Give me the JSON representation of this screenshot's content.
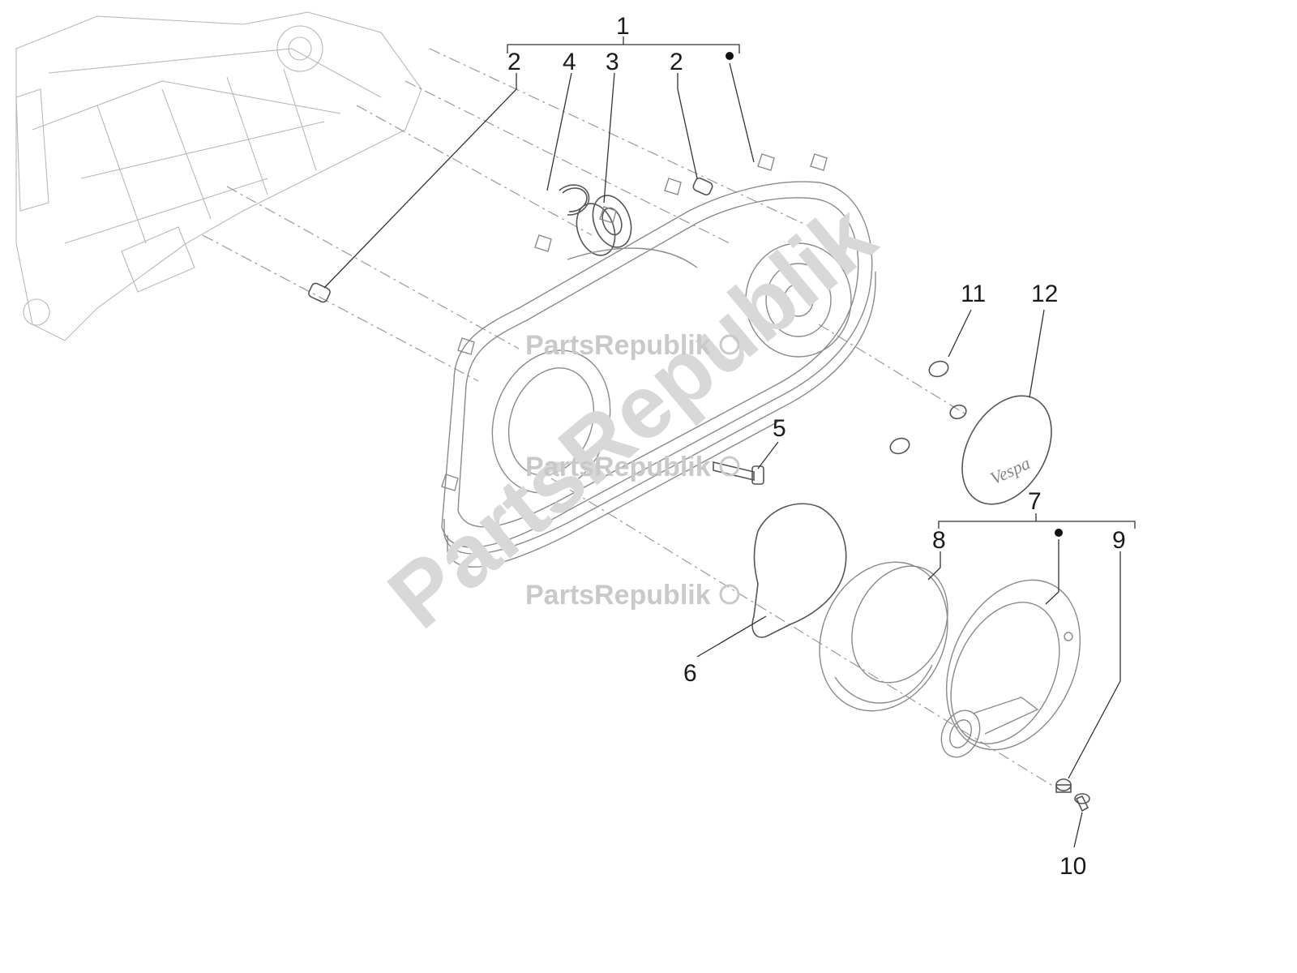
{
  "callouts": {
    "c1": "1",
    "c2a": "2",
    "c4": "4",
    "c3": "3",
    "c2b": "2",
    "c5": "5",
    "c6": "6",
    "c7": "7",
    "c8": "8",
    "c9": "9",
    "c10": "10",
    "c11": "11",
    "c12": "12"
  },
  "watermark": {
    "small_1": "PartsRepublik",
    "small_2": "PartsRepublik",
    "small_3": "PartsRepublik",
    "diagonal": "PartsRepublik"
  },
  "cover_logo": "Vespa",
  "colors": {
    "line": "#8a8a8a",
    "callout_text": "#1a1a1a",
    "watermark": "#c9c9c9"
  }
}
